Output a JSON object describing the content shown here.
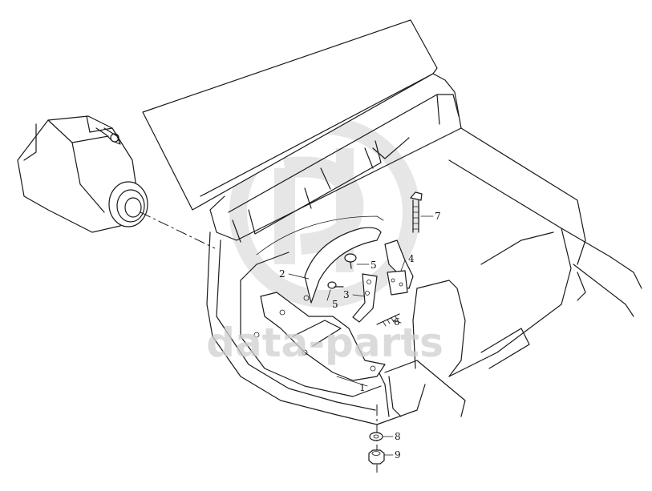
{
  "callouts": [
    {
      "id": "1",
      "text": "1"
    },
    {
      "id": "2",
      "text": "2"
    },
    {
      "id": "3",
      "text": "3"
    },
    {
      "id": "4",
      "text": "4"
    },
    {
      "id": "5a",
      "text": "5"
    },
    {
      "id": "5b",
      "text": "5"
    },
    {
      "id": "6",
      "text": "6"
    },
    {
      "id": "7",
      "text": "7"
    },
    {
      "id": "8",
      "text": "8"
    },
    {
      "id": "9",
      "text": "9"
    }
  ],
  "watermark": {
    "text": "data-parts"
  }
}
